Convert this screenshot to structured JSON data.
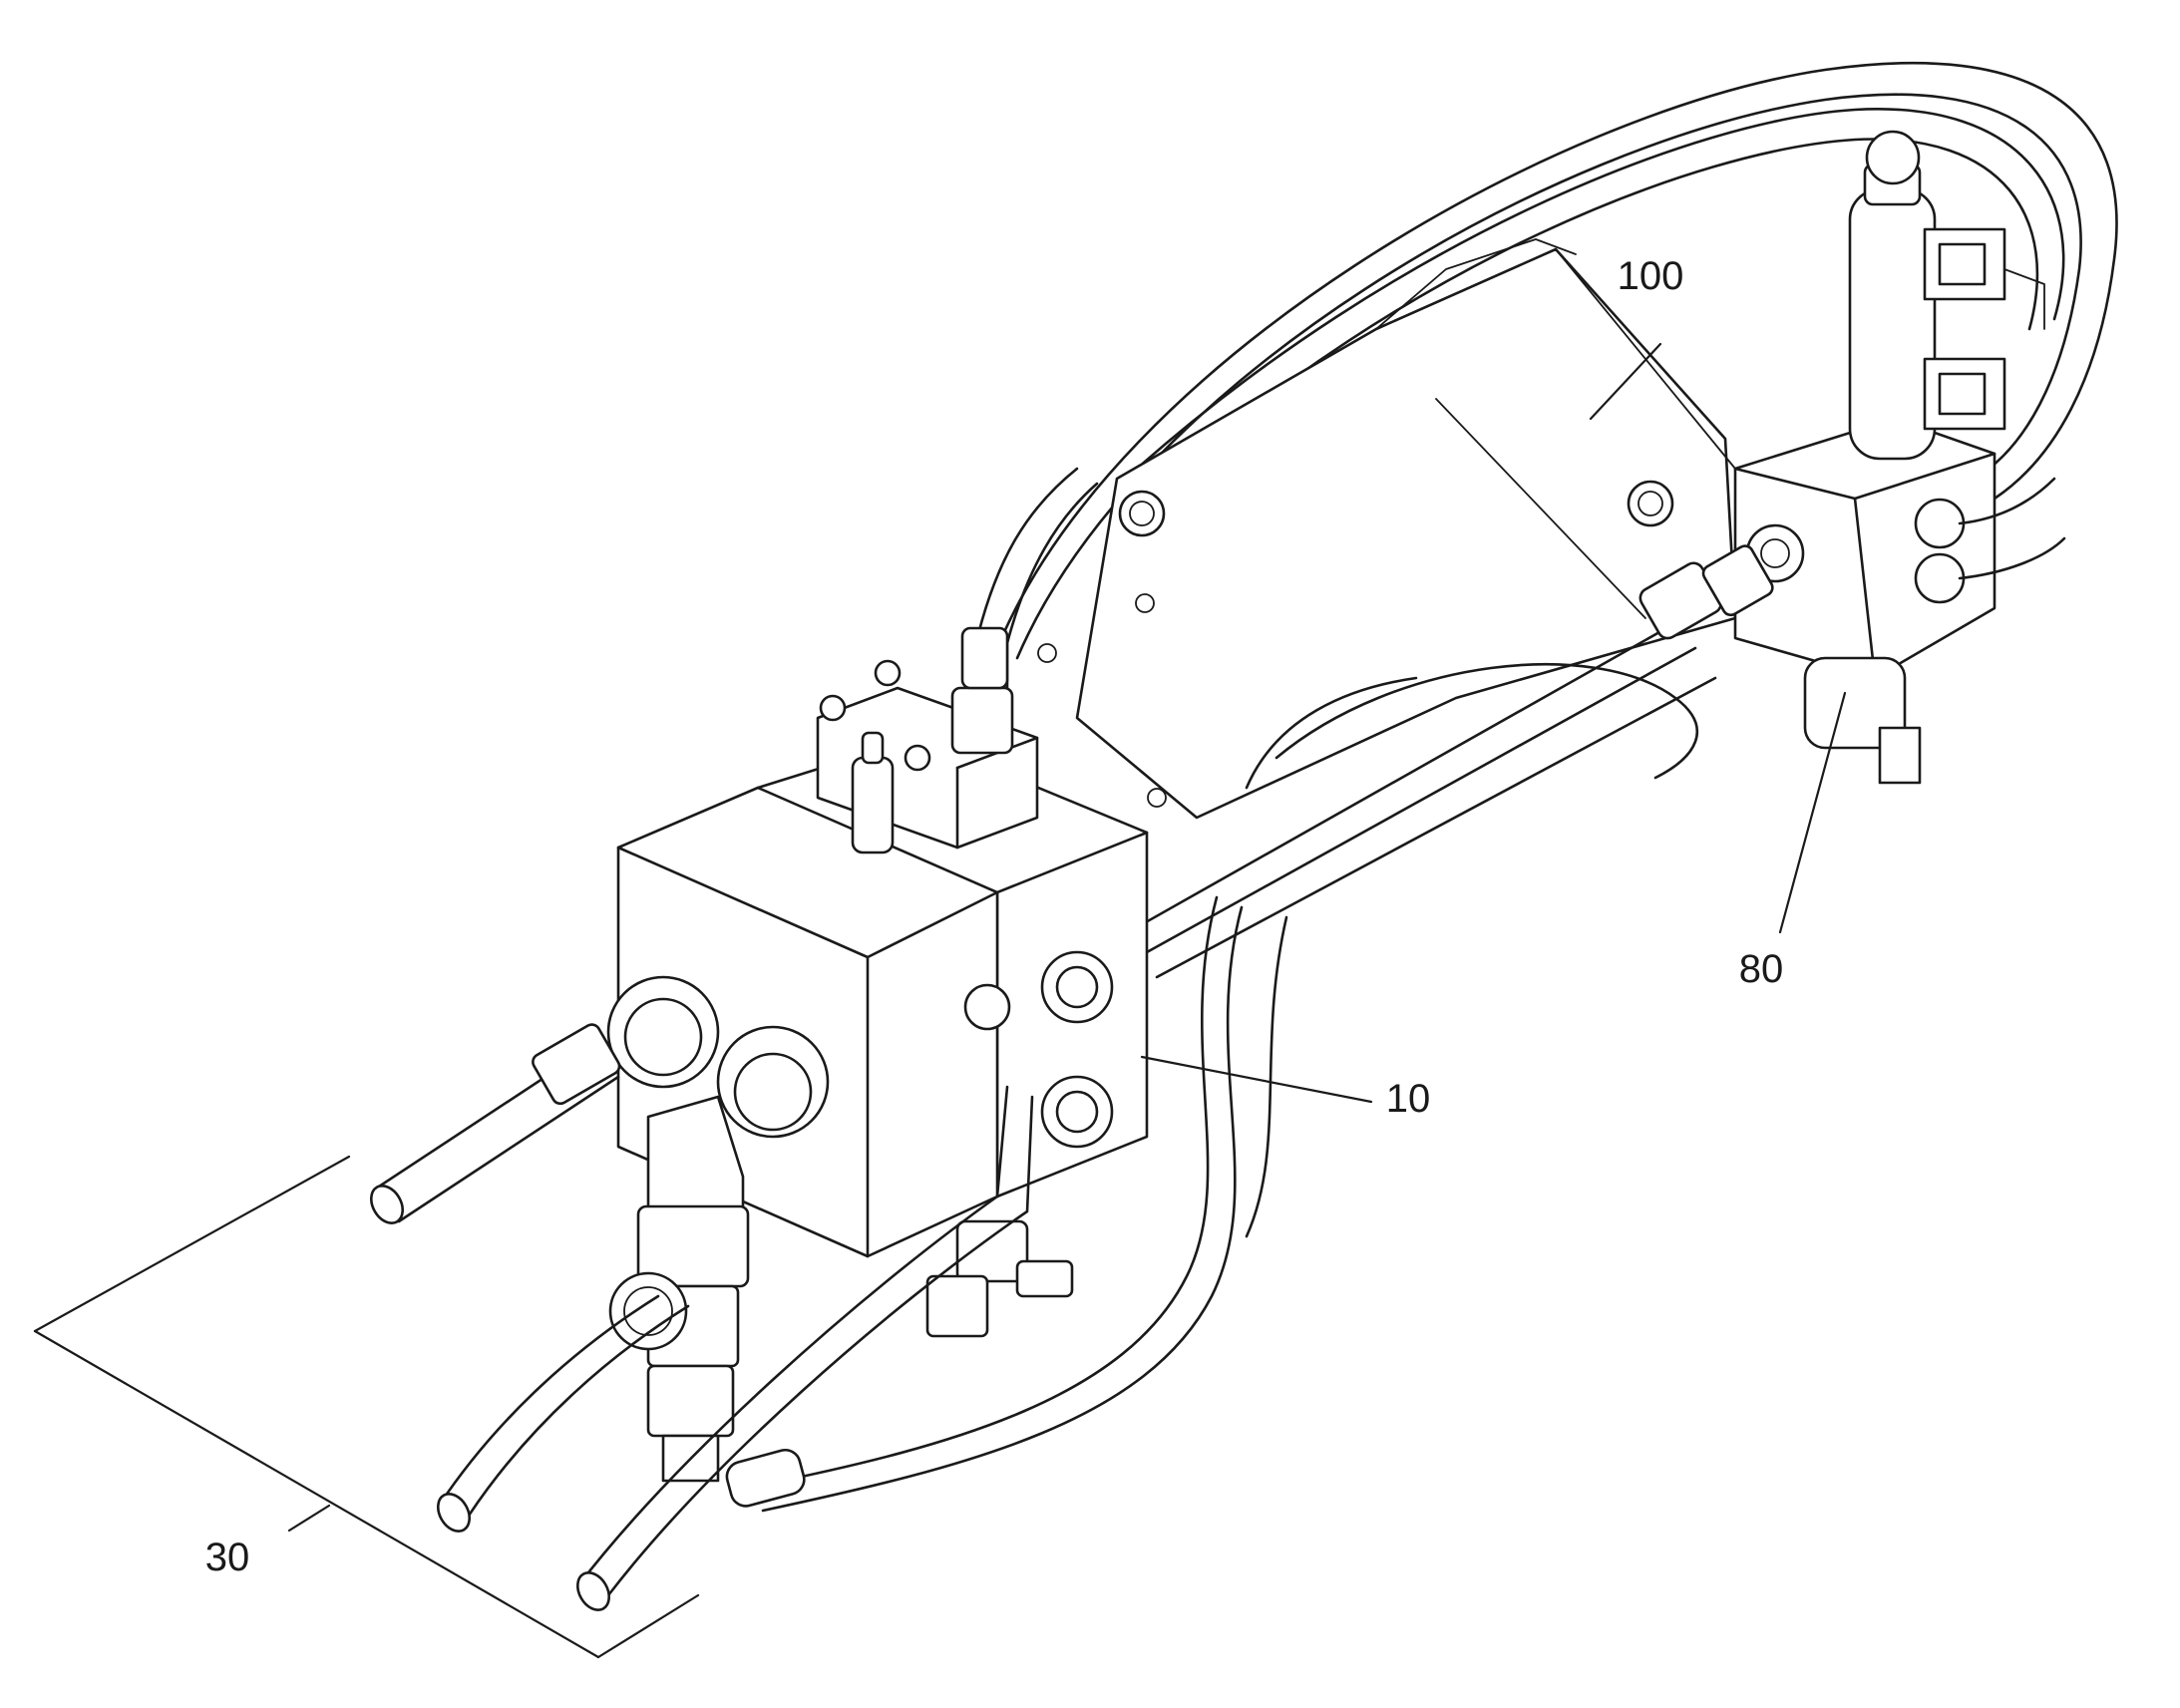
{
  "reference_numerals": {
    "n100": "100",
    "n80": "80",
    "n10": "10",
    "n30": "30"
  }
}
